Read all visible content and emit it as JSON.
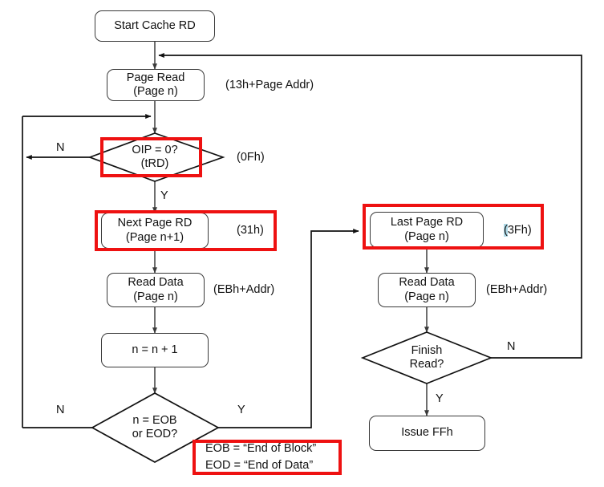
{
  "diagram": {
    "title": "Cache Read Flowchart",
    "type": "flowchart",
    "colors": {
      "highlight": "#ee1111",
      "node_border": "#3a3a3a",
      "text": "#111111",
      "selection": "#add8e6",
      "background": "#ffffff"
    }
  },
  "nodes": {
    "start_cache_rd": {
      "line1": "Start Cache RD",
      "line2": ""
    },
    "page_read": {
      "line1": "Page Read",
      "line2": "(Page n)"
    },
    "oip_check": {
      "line1": "OIP = 0?",
      "line2": "(tRD)"
    },
    "next_page_rd": {
      "line1": "Next Page RD",
      "line2": "(Page n+1)"
    },
    "read_data_left": {
      "line1": "Read Data",
      "line2": "(Page n)"
    },
    "increment_n": {
      "line1": "n = n + 1",
      "line2": ""
    },
    "eob_check": {
      "line1": "n = EOB",
      "line2": "or EOD?"
    },
    "last_page_rd": {
      "line1": "Last Page RD",
      "line2": "(Page n)"
    },
    "read_data_right": {
      "line1": "Read Data",
      "line2": "(Page n)"
    },
    "finish_read": {
      "line1": "Finish",
      "line2": "Read?"
    },
    "issue_ffh": {
      "line1": "Issue FFh",
      "line2": ""
    }
  },
  "annotations": {
    "page_read_cmd": "(13h+Page Addr)",
    "oip_cmd": "(0Fh)",
    "next_page_cmd": "(31h)",
    "read_data_left_cmd": "(EBh+Addr)",
    "last_page_cmd_open": "(",
    "last_page_cmd_rest": "3Fh)",
    "read_data_right_cmd": "(EBh+Addr)"
  },
  "branch_labels": {
    "oip_no": "N",
    "oip_yes": "Y",
    "eob_no": "N",
    "eob_yes": "Y",
    "finish_no": "N",
    "finish_yes": "Y"
  },
  "legend": {
    "line1": "EOB = “End of Block”",
    "line2": "EOD = “End of Data”"
  }
}
